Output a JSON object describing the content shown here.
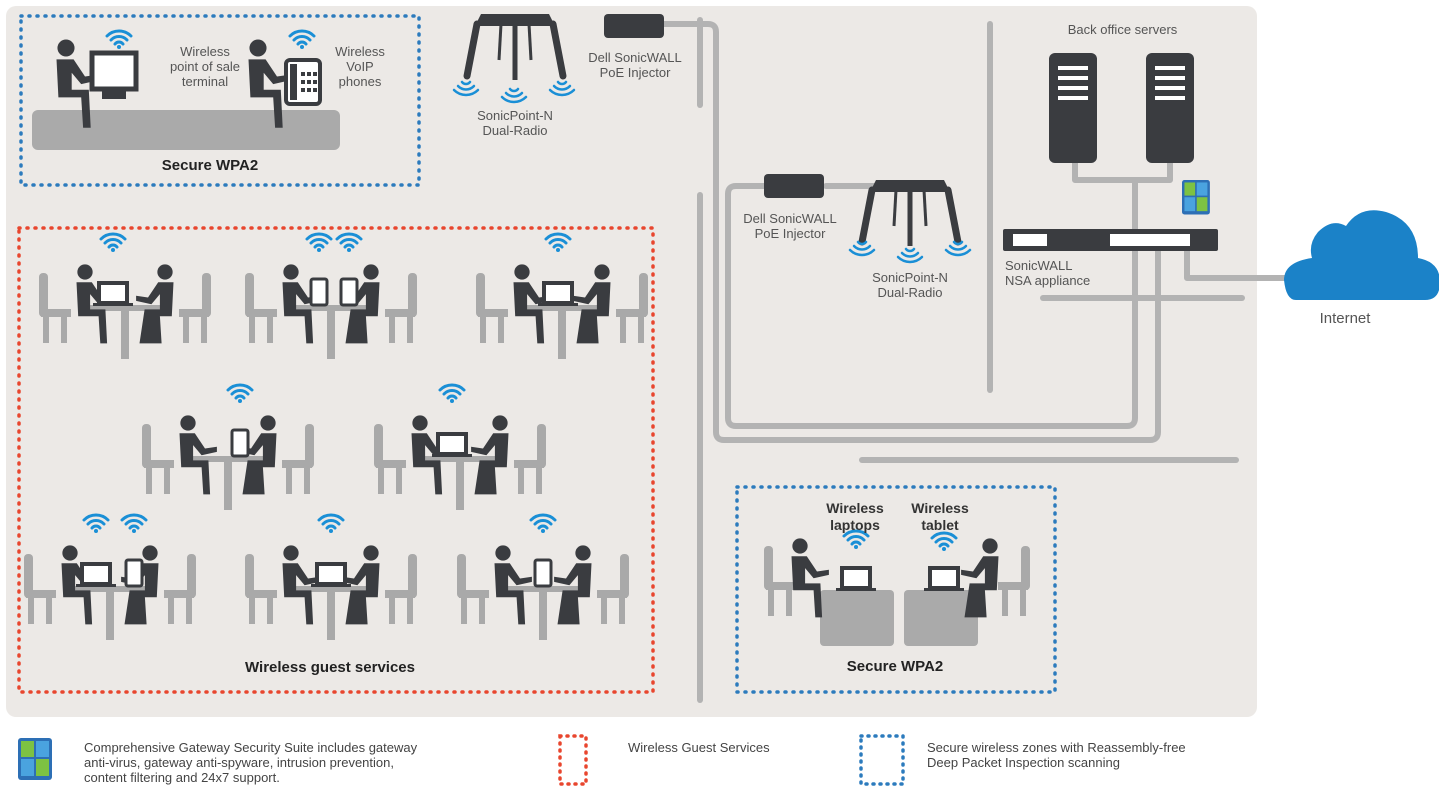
{
  "colors": {
    "panel": "#ece9e6",
    "pipe": "#b3b3b3",
    "dark": "#3a3c40",
    "furniture": "#aaaaaa",
    "wifi": "#1a8fd6",
    "guest_zone": "#e8462e",
    "secure_zone": "#2c7bbd",
    "cloud": "#1b82c8"
  },
  "labels": {
    "pos_terminal": "Wireless\npoint of sale\nterminal",
    "voip": "Wireless\nVoIP\nphones",
    "secure_top": "Secure WPA2",
    "sonicpoint_top": "SonicPoint-N\nDual-Radio",
    "poe_top": "Dell SonicWALL\nPoE Injector",
    "back_office": "Back office servers",
    "poe_mid": "Dell SonicWALL\nPoE Injector",
    "sonicpoint_mid": "SonicPoint-N\nDual-Radio",
    "nsa": "SonicWALL\nNSA appliance",
    "internet": "Internet",
    "guest_services": "Wireless guest services",
    "wireless_laptops": "Wireless\nlaptops",
    "wireless_tablet": "Wireless\ntablet",
    "secure_bottom": "Secure WPA2"
  },
  "legend": {
    "suite": "Comprehensive Gateway Security Suite includes gateway\nanti-virus, gateway anti-spyware, intrusion prevention,\ncontent filtering and 24x7 support.",
    "guest": "Wireless Guest Services",
    "secure": "Secure wireless zones with Reassembly-free\nDeep Packet Inspection scanning"
  },
  "icons": [
    "wifi-icon",
    "person-icon",
    "monitor-icon",
    "phone-icon",
    "laptop-icon",
    "tablet-icon",
    "server-icon",
    "cloud-icon",
    "access-point-icon",
    "poe-injector-icon",
    "firewall-appliance-icon",
    "security-suite-icon",
    "chair-icon",
    "table-icon"
  ]
}
